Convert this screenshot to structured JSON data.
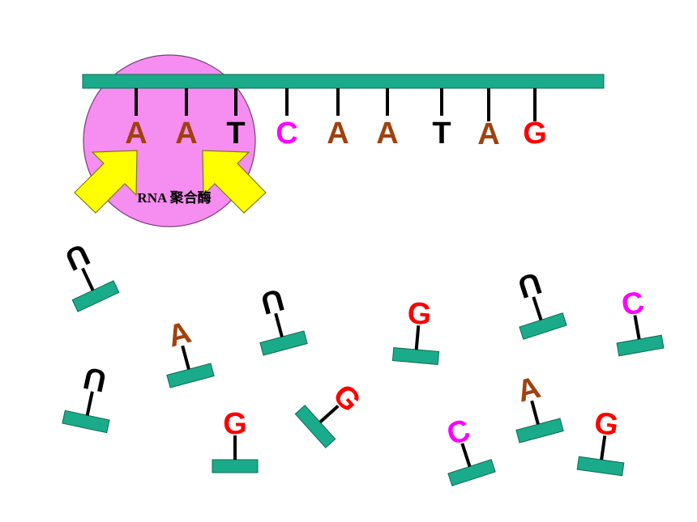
{
  "colors": {
    "strand": "#1aab8a",
    "strand_edge": "#0d6b55",
    "enzyme_fill": "#f68df0",
    "enzyme_edge": "#7a3d78",
    "arrow_fill": "#ffff00",
    "arrow_edge": "#7d7d00",
    "stem": "#000000",
    "A": "#a0410d",
    "T": "#000000",
    "C": "#ff00ff",
    "G": "#ff0000",
    "U": "#000000"
  },
  "enzyme": {
    "label": "RNA 聚合酶"
  },
  "template_bases": [
    "A",
    "A",
    "T",
    "C",
    "A",
    "A",
    "T",
    "A",
    "G"
  ],
  "free_nucleotides": [
    "U",
    "A",
    "U",
    "G",
    "U",
    "C",
    "U",
    "G",
    "G",
    "C",
    "A",
    "G"
  ]
}
